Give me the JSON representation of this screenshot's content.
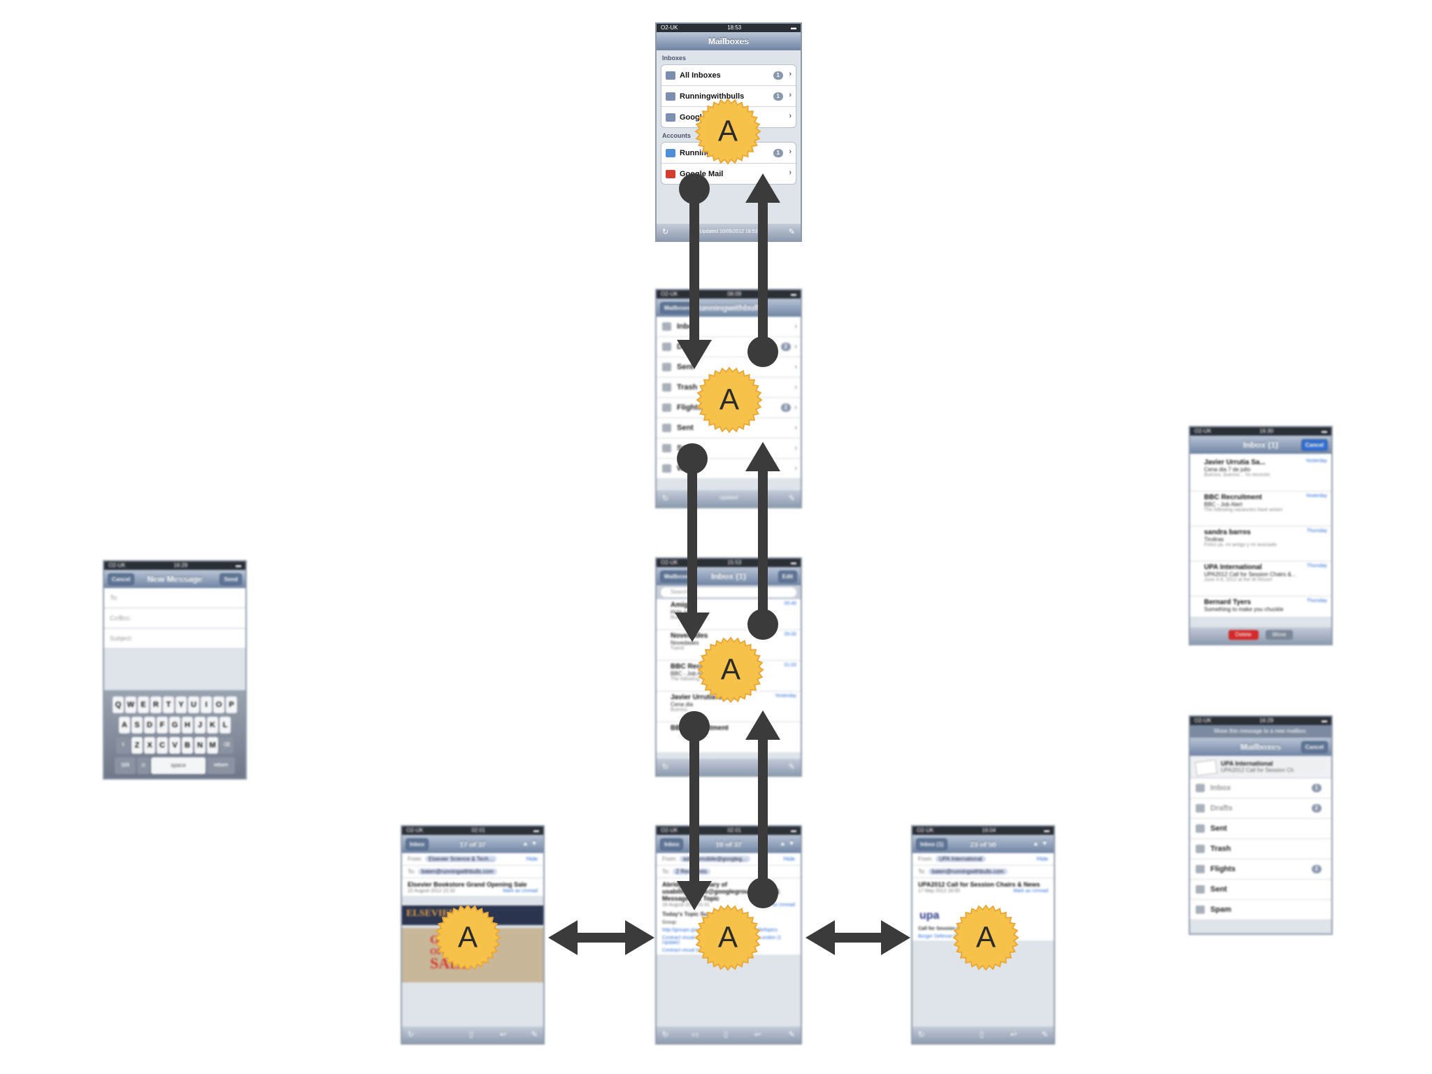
{
  "badge_letter": "A",
  "colors": {
    "arrow": "#3b3b3b",
    "badge_fill": "#f7c24a",
    "badge_stroke": "#e9a83a",
    "navbar": "#7487a6"
  },
  "mailboxes": {
    "status_carrier": "O2-UK",
    "status_time": "18:53",
    "title": "Mailboxes",
    "inboxes_header": "Inboxes",
    "inboxes": [
      {
        "label": "All Inboxes",
        "badge": "1"
      },
      {
        "label": "Runningwithbulls",
        "badge": "1"
      },
      {
        "label": "Google Mail",
        "badge": ""
      }
    ],
    "accounts_header": "Accounts",
    "accounts": [
      {
        "label": "Runningwithbulls",
        "badge": "1"
      },
      {
        "label": "Google Mail",
        "badge": ""
      }
    ],
    "toolbar_text": "Updated 10/05/2012 18:53"
  },
  "account": {
    "status_carrier": "O2-UK",
    "status_time": "06:09",
    "back": "Mailboxes",
    "title": "Runningwithbulls",
    "folders": [
      {
        "label": "Inbox",
        "badge": ""
      },
      {
        "label": "Drafts",
        "badge": "2"
      },
      {
        "label": "Sent",
        "badge": ""
      },
      {
        "label": "Trash",
        "badge": ""
      },
      {
        "label": "Flights",
        "badge": "2"
      },
      {
        "label": "Sent",
        "badge": ""
      },
      {
        "label": "Spam",
        "badge": ""
      },
      {
        "label": "Work",
        "badge": ""
      }
    ],
    "toolbar_text": "Updated"
  },
  "inbox": {
    "status_carrier": "O2-UK",
    "status_time": "15:53",
    "back": "Mailboxes",
    "title": "Inbox (1)",
    "edit": "Edit",
    "search_placeholder": "Search",
    "messages": [
      {
        "from": "Amigos",
        "time": "05:40",
        "subject": "Hola que",
        "preview": "Buenos amigos..."
      },
      {
        "from": "Novedades",
        "time": "05:00",
        "subject": "Novedades",
        "preview": "Tuenti"
      },
      {
        "from": "BBC Recruitment",
        "time": "01:03",
        "subject": "BBC - Job Alert",
        "preview": "The following vacancies..."
      },
      {
        "from": "Javier Urrutia San...",
        "time": "Yesterday",
        "subject": "Cena dia",
        "preview": "Buenos..."
      },
      {
        "from": "BBC Recruitment",
        "time": "",
        "subject": "",
        "preview": ""
      }
    ]
  },
  "msg_center": {
    "status_carrier": "O2-UK",
    "status_time": "02:01",
    "back": "Inbox",
    "counter": "18 of 37",
    "from_label": "From:",
    "from": "adamsmobile@googleg...",
    "hide": "Hide",
    "to_label": "To:",
    "to": "2 Recipients",
    "subject": "Abridged summary of usabilitymobile@googlegroups.com - 1 Message in 1 Topic",
    "date": "16 August 2012 01:41",
    "mark": "Mark as Unread",
    "body1": "Today's Topic Summary",
    "body2": "Group:",
    "link1": "http://groups.google.com/group/usabilitymobile/topics",
    "link2": "Contract visual interaction designer required London (1 Update)",
    "link3": "Contract visual interaction designer"
  },
  "msg_left": {
    "status_carrier": "O2-UK",
    "status_time": "02:01",
    "back": "Inbox",
    "counter": "17 of 37",
    "from_label": "From:",
    "from": "Elsevier Science & Tech...",
    "hide": "Hide",
    "to_label": "To:",
    "to": "baten@runningwithbulls.com",
    "subject": "Elsevier Bookstore Grand Opening Sale",
    "date": "22 August 2012 22:32",
    "mark": "Mark as Unread",
    "banner": "ELSEVIER",
    "sale1": "GRAND",
    "sale2": "OPENING",
    "sale3": "SALE"
  },
  "msg_right": {
    "status_carrier": "O2-UK",
    "status_time": "16:04",
    "back": "Inbox (1)",
    "counter": "23 of 50",
    "from_label": "From:",
    "from": "UPA International",
    "hide": "Hide",
    "to_label": "To:",
    "to": "baten@runningwithbulls.com",
    "subject": "UPA2012 Call for Session Chairs & News",
    "date": "17 May 2012 18:55",
    "mark": "Mark as Unread",
    "logo": "upa",
    "body1": "Call for Session Chairs!",
    "link1": "Burger Defense Pavilion"
  },
  "compose": {
    "status_carrier": "O2-UK",
    "status_time": "16:29",
    "cancel": "Cancel",
    "title": "New Message",
    "send": "Send",
    "to": "To:",
    "cc": "Cc/Bcc:",
    "subject": "Subject:",
    "row1": [
      "Q",
      "W",
      "E",
      "R",
      "T",
      "Y",
      "U",
      "I",
      "O",
      "P"
    ],
    "row2": [
      "A",
      "S",
      "D",
      "F",
      "G",
      "H",
      "J",
      "K",
      "L"
    ],
    "row3": [
      "Z",
      "X",
      "C",
      "V",
      "B",
      "N",
      "M"
    ],
    "num": "123",
    "space": "space",
    "ret": "return"
  },
  "edit_inbox": {
    "status_carrier": "O2-UK",
    "status_time": "16:30",
    "title": "Inbox (1)",
    "cancel": "Cancel",
    "messages": [
      {
        "from": "Javier Urrutia Sa...",
        "time": "Yesterday",
        "subject": "Cena dia 7 de julio",
        "preview": "Buenos, buenos... Yo necesito"
      },
      {
        "from": "BBC Recruitment",
        "time": "Yesterday",
        "subject": "BBC - Job Alert",
        "preview": "The following vacancies have arisen"
      },
      {
        "from": "sandra barros",
        "time": "Thursday",
        "subject": "Tiroliras",
        "preview": "Fotos ya. mi amigo y mi asociado"
      },
      {
        "from": "UPA International",
        "time": "Thursday",
        "subject": "UPA2012 Call for Session Chairs &...",
        "preview": "June 4-8, 2012 at the W Resort"
      },
      {
        "from": "Bernard Tyers",
        "time": "Thursday",
        "subject": "Something to make you chuckle",
        "preview": ""
      }
    ],
    "delete": "Delete",
    "move": "Move"
  },
  "move": {
    "status_carrier": "O2-UK",
    "status_time": "16:29",
    "prompt": "Move this message to a new mailbox.",
    "title": "Mailboxes",
    "cancel": "Cancel",
    "card_from": "UPA International",
    "card_subject": "UPA2012 Call for Session Ch",
    "folders": [
      {
        "label": "Inbox",
        "badge": "1"
      },
      {
        "label": "Drafts",
        "badge": "2"
      },
      {
        "label": "Sent",
        "badge": ""
      },
      {
        "label": "Trash",
        "badge": ""
      },
      {
        "label": "Flights",
        "badge": "2"
      },
      {
        "label": "Sent",
        "badge": ""
      },
      {
        "label": "Spam",
        "badge": ""
      }
    ]
  }
}
